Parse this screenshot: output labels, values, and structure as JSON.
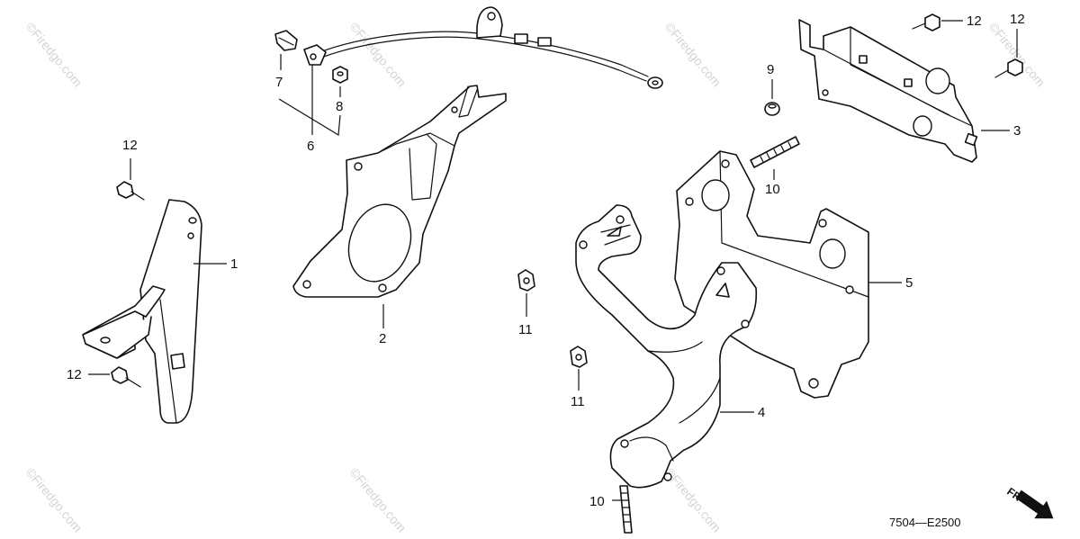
{
  "diagram": {
    "drawing_code": "7504—E2500",
    "direction_label": "FR",
    "watermark": "©Firedgo.com",
    "callouts": {
      "c1": "1",
      "c2": "2",
      "c3": "3",
      "c4": "4",
      "c5": "5",
      "c6": "6",
      "c7": "7",
      "c8": "8",
      "c9": "9",
      "c10": "10",
      "c11": "11",
      "c12": "12"
    }
  }
}
